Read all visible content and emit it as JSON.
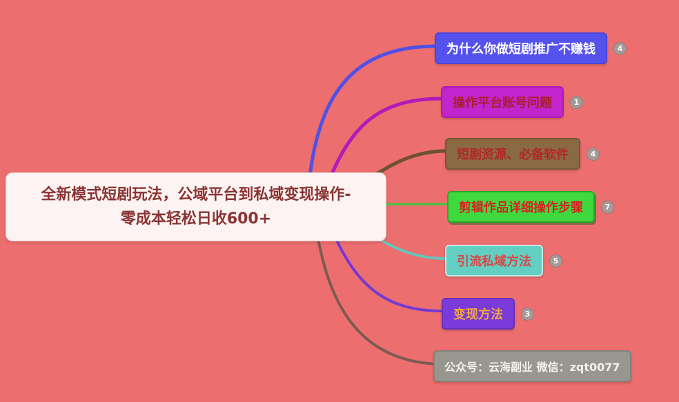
{
  "mindmap": {
    "background_color": "#ec6e6e",
    "root": {
      "line1": "全新模式短剧玩法，公域平台到私域变现操作-",
      "line2": "零成本轻松日收600+",
      "bg": "#fcf3f2",
      "border": "#e8cfcd",
      "text_color": "#8a3434"
    },
    "branches": [
      {
        "label": "为什么你做短剧推广不赚钱",
        "badge": "4",
        "bg": "#5551ec",
        "border": "#4a46d9",
        "text_color": "#ffffff",
        "line": "#5150e6"
      },
      {
        "label": "操作平台账号问题",
        "badge": "1",
        "bg": "#c125cb",
        "border": "#ab1cb5",
        "text_color": "#a81f2f",
        "line": "#b01bba"
      },
      {
        "label": "短剧资源、必备软件",
        "badge": "4",
        "bg": "#8a6a42",
        "border": "#755835",
        "text_color": "#b32626",
        "line": "#6e512f"
      },
      {
        "label": "剪辑作品详细操作步骤",
        "badge": "7",
        "bg": "#3fd83f",
        "border": "#2aa82a",
        "text_color": "#d92121",
        "line": "#38c93d"
      },
      {
        "label": "引流私域方法",
        "badge": "5",
        "bg": "#63cec2",
        "border": "#c3ebe6",
        "text_color": "#d84747",
        "line": "#63c6ba"
      },
      {
        "label": "变现方法",
        "badge": "3",
        "bg": "#7b3ada",
        "border": "#6930bd",
        "text_color": "#f2a83e",
        "line": "#7638d4"
      },
      {
        "label": "公众号：云海副业  微信：zqt0077",
        "badge": "",
        "bg": "#98978f",
        "border": "#83827a",
        "text_color": "#f4f1ea",
        "line": "#7d5a50"
      }
    ]
  }
}
